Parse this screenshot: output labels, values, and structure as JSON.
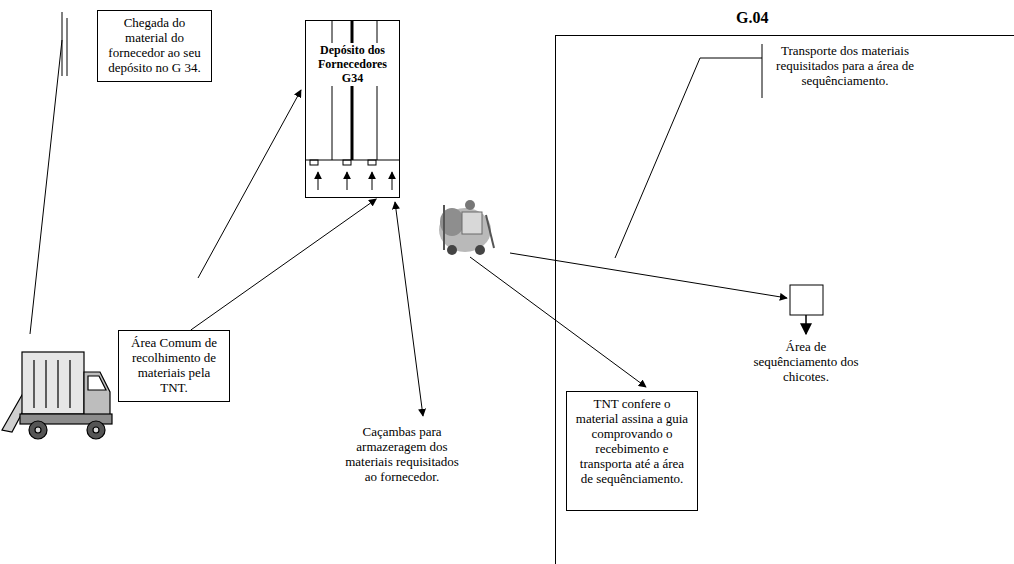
{
  "diagram": {
    "nodes": [
      {
        "text": [
          "Chegada do material do fornecedor ao seu depósito no G 34."
        ]
      },
      {
        "text": [
          "Depósito dos Fornecedores G34"
        ]
      },
      {
        "text": [
          "G.04"
        ]
      },
      {
        "text": [
          "Área Comum de recolhimento de materiais pela TNT."
        ]
      },
      {
        "text": [
          "TNT confere o material assina a guia comprovando o recebimento e transporta até a área de sequênciamento."
        ],
        "in": 2
      }
    ],
    "edges": [
      {
        "from": 3,
        "to": 1,
        "arrow": "to"
      }
    ],
    "labels": [
      "Transporte dos materiais requisitados para a área de sequênciamento.",
      "Caçambas para armazeragem dos materiais requisitados ao fornecedor.",
      "Área de sequênciamento dos chicotes."
    ]
  }
}
